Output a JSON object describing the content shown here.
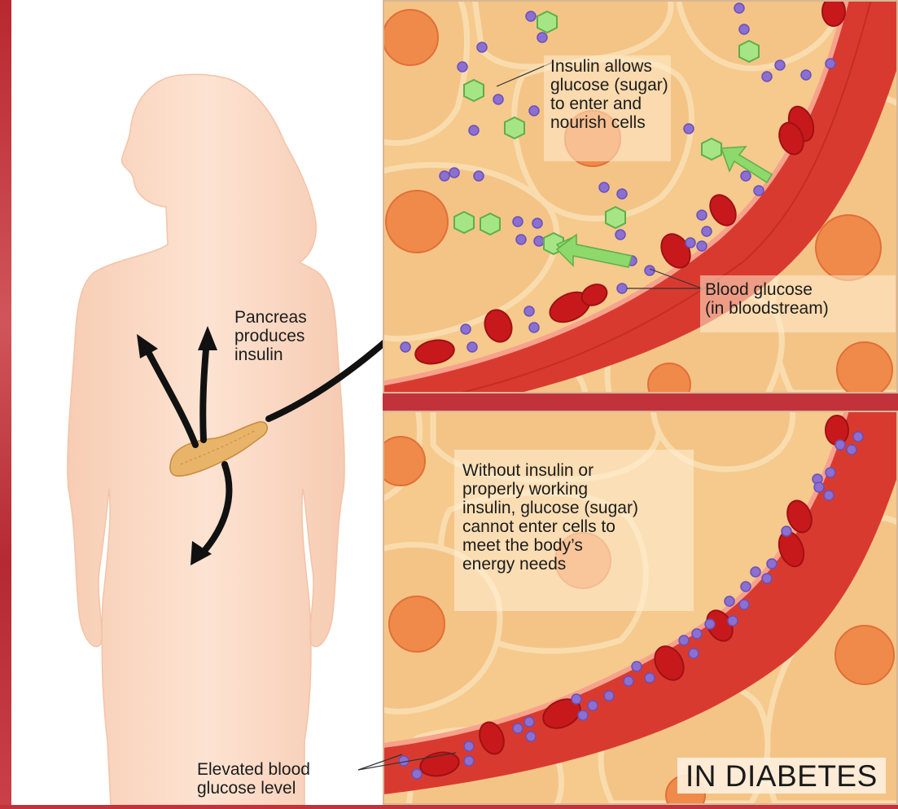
{
  "labels": {
    "pancreas": [
      "Pancreas",
      "produces",
      "insulin"
    ],
    "elevated": [
      "Elevated blood",
      "glucose level"
    ],
    "insulin_allows": [
      "Insulin allows",
      "glucose (sugar)",
      "to enter and",
      "nourish cells"
    ],
    "blood_glucose": [
      "Blood glucose",
      "(in bloodstream)"
    ],
    "without_insulin": [
      "Without insulin or",
      "properly working",
      "insulin, glucose (sugar)",
      "cannot enter cells to",
      "meet the body’s",
      "energy needs"
    ],
    "in_diabetes": "IN DIABETES"
  },
  "colors": {
    "background": "#c2323b",
    "cell_fill": "#f6c98c",
    "vessel": "#d8342c",
    "glucose": "#8b6fd1",
    "insulin": "#9be07b",
    "body": "#fbdcc8"
  }
}
